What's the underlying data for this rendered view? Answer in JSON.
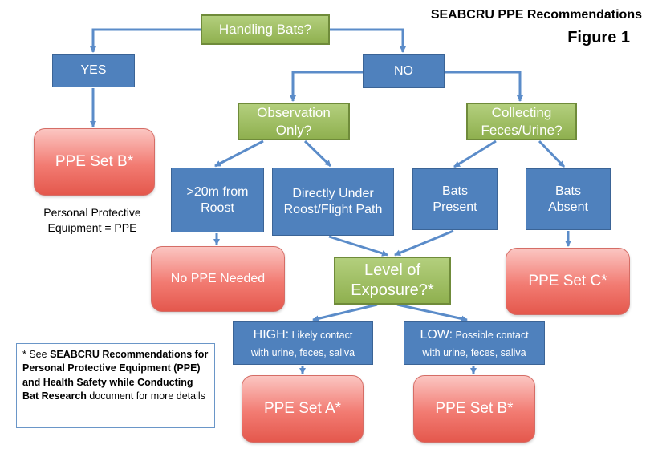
{
  "header": {
    "title": "SEABCRU PPE Recommendations",
    "figure_label": "Figure 1"
  },
  "nodes": {
    "handling_bats": "Handling Bats?",
    "yes": "YES",
    "no": "NO",
    "observation_only": "Observation Only?",
    "collecting": "Collecting Feces/Urine?",
    "far_from_roost": ">20m from Roost",
    "directly_under": "Directly Under Roost/Flight Path",
    "bats_present": "Bats Present",
    "bats_absent": "Bats Absent",
    "ppe_set_b_top": "PPE Set B*",
    "no_ppe": "No PPE Needed",
    "level_of_exposure": "Level of Exposure?*",
    "ppe_set_c": "PPE Set C*",
    "high_title": "HIGH:",
    "high_desc": "Likely contact",
    "high_desc2": "with urine, feces, saliva",
    "low_title": "LOW:",
    "low_desc": "Possible contact",
    "low_desc2": "with urine, feces, saliva",
    "ppe_set_a": "PPE Set A*",
    "ppe_set_b_bottom": "PPE Set B*"
  },
  "ppe_definition": "Personal Protective Equipment = PPE",
  "footnote": {
    "prefix": "* See ",
    "bold": "SEABCRU Recommendations for Personal Protective Equipment (PPE) and Health Safety while Conducting Bat Research",
    "suffix": " document for more details"
  },
  "colors": {
    "question_green": "#9bbb59",
    "decision_blue": "#4f81bd",
    "ppe_red": "#f27b72",
    "connector": "#5b8cc9"
  }
}
